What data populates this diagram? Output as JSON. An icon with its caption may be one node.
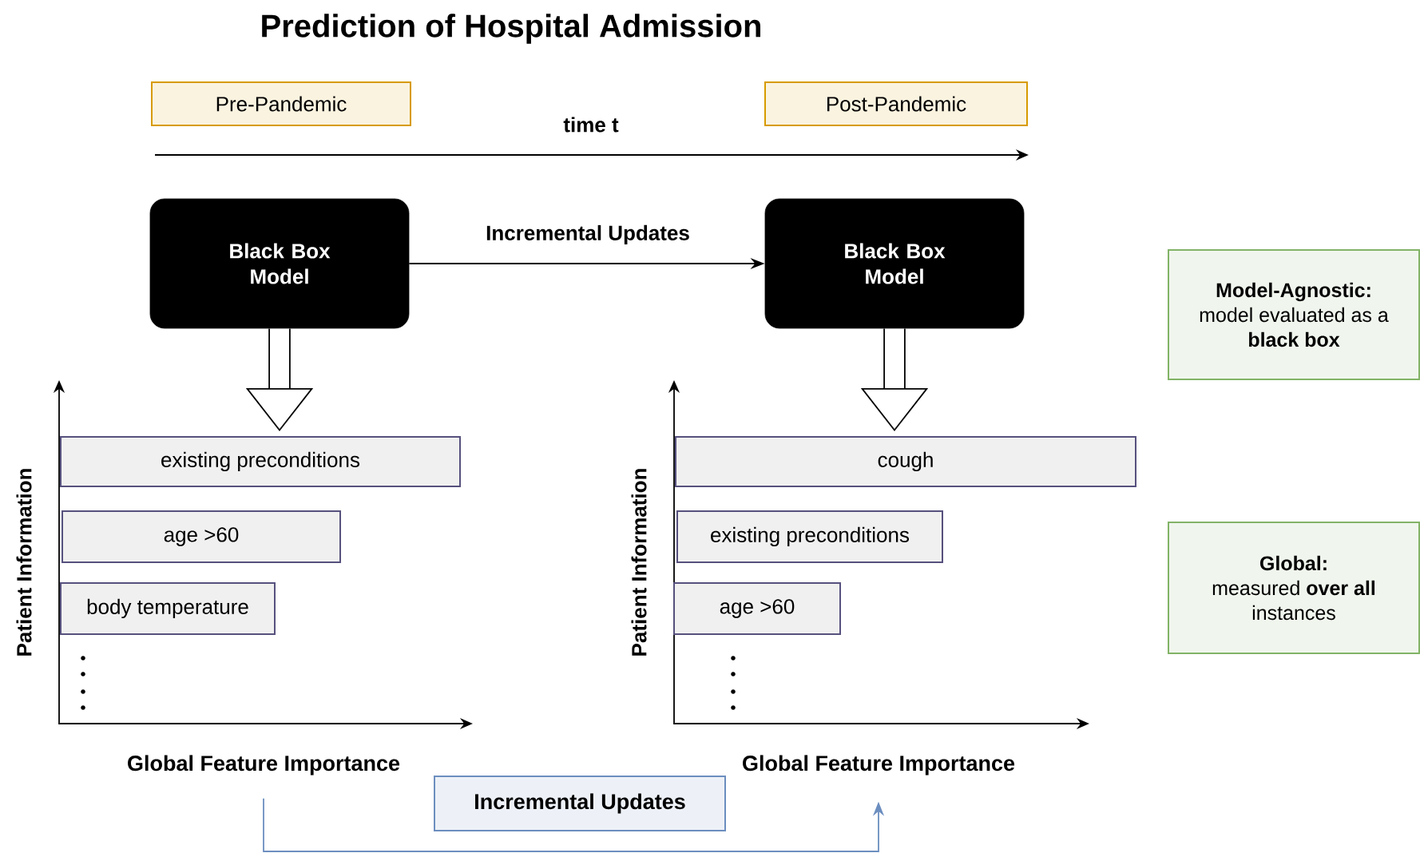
{
  "diagram": {
    "title": "Prediction of Hospital Admission",
    "nodes": [
      {
        "text": [
          "Pre-Pandemic"
        ]
      },
      {
        "text": [
          "Post-Pandemic"
        ]
      },
      {
        "text": [
          "Black Box Model"
        ]
      },
      {
        "text": [
          "Black Box Model"
        ]
      },
      {
        "text": [
          "Model-Agnostic:",
          "model evaluated as a **black box**"
        ]
      },
      {
        "text": [
          "existing preconditions"
        ]
      },
      {
        "text": [
          "age >60"
        ]
      },
      {
        "text": [
          "body temperature"
        ]
      },
      {
        "text": [
          "cough"
        ]
      },
      {
        "text": [
          "existing preconditions"
        ]
      },
      {
        "text": [
          "age >60"
        ]
      },
      {
        "text": [
          "Global:",
          "measured **over all** instances"
        ]
      },
      {
        "text": [
          "Global Feature Importance"
        ]
      },
      {
        "text": [
          "Global Feature Importance"
        ]
      }
    ],
    "edges": [
      {
        "from": 2,
        "to": 3,
        "arrow": "to",
        "label": "Incremental Updates"
      },
      {
        "from": 2,
        "to": 5,
        "arrow": "to",
        "style": "thick"
      },
      {
        "from": 3,
        "to": 8,
        "arrow": "to",
        "style": "thick"
      },
      {
        "from": 12,
        "to": 13,
        "arrow": "to",
        "color": "#6c8ebf",
        "label": "Incremental Updates"
      }
    ],
    "labels": [
      "time t",
      "Patient Information",
      "Patient Information"
    ]
  }
}
